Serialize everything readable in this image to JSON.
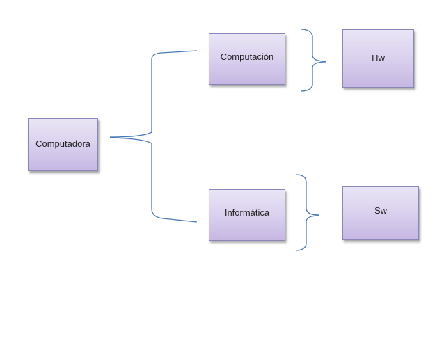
{
  "diagram": {
    "nodes": {
      "computadora": "Computadora",
      "computacion": "Computación",
      "informatica": "Informática",
      "hw": "Hw",
      "sw": "Sw"
    }
  },
  "colors": {
    "connector": "#4a7ab5",
    "node_border": "#8a86b8",
    "node_fill_top": "#e9e5f5",
    "node_fill_bottom": "#c6b7e3"
  }
}
